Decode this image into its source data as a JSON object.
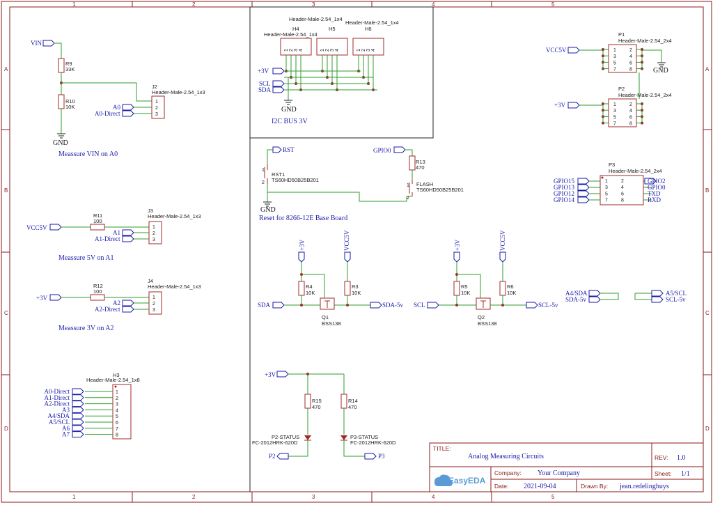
{
  "grid": {
    "columns": [
      "1",
      "2",
      "3",
      "4",
      "5"
    ],
    "rows": [
      "A",
      "B",
      "C",
      "D"
    ]
  },
  "sections": {
    "vin": "Meassure VIN on A0",
    "v5": "Meassure 5V on A1",
    "v3": "Meassure 3V on A2",
    "i2c": "I2C BUS 3V",
    "reset": "Reset for 8266-12E Base Board"
  },
  "nets": {
    "vin": "VIN",
    "gnd": "GND",
    "a0": "A0",
    "a0d": "A0-Direct",
    "vcc5v": "VCC5V",
    "a1": "A1",
    "a1d": "A1-Direct",
    "p3v": "+3V",
    "a2": "A2",
    "a2d": "A2-Direct",
    "a3": "A3",
    "a4sda": "A4/SDA",
    "a5scl": "A5/SCL",
    "a6": "A6",
    "a7": "A7",
    "scl": "SCL",
    "sda": "SDA",
    "rst": "RST",
    "gpio0": "GPIO0",
    "gpio15": "GPIO15",
    "gpio13": "GPIO13",
    "gpio12": "GPIO12",
    "gpio14": "GPIO14",
    "gpio2": "GPIO2",
    "txd": "TXD",
    "rxd": "RXD",
    "sda5v": "SDA-5v",
    "scl5v": "SCL-5v",
    "p2": "P2",
    "p3": "P3"
  },
  "parts": {
    "r9": {
      "ref": "R9",
      "val": "33K"
    },
    "r10": {
      "ref": "R10",
      "val": "10K"
    },
    "r11": {
      "ref": "R11",
      "val": "100"
    },
    "r12": {
      "ref": "R12",
      "val": "100"
    },
    "r13": {
      "ref": "R13",
      "val": "470"
    },
    "r4": {
      "ref": "R4",
      "val": "10K"
    },
    "r3": {
      "ref": "R3",
      "val": "10K"
    },
    "r5": {
      "ref": "R5",
      "val": "10K"
    },
    "r6": {
      "ref": "R6",
      "val": "10K"
    },
    "r15": {
      "ref": "R15",
      "val": "470"
    },
    "r14": {
      "ref": "R14",
      "val": "470"
    },
    "j2": {
      "ref": "J2",
      "val": "Header-Male-2.54_1x3"
    },
    "j3": {
      "ref": "J3",
      "val": "Header-Male-2.54_1x3"
    },
    "j4": {
      "ref": "J4",
      "val": "Header-Male-2.54_1x3"
    },
    "h3": {
      "ref": "H3",
      "val": "Header-Male-2.54_1x8"
    },
    "h4": {
      "ref": "H4",
      "val": "Header-Male-2.54_1x4"
    },
    "h5": {
      "ref": "H5",
      "val": "Header-Male-2.54_1x4"
    },
    "h6": {
      "ref": "H6",
      "val": "Header-Male-2.54_1x4"
    },
    "p1": {
      "ref": "P1",
      "val": "Header-Male-2.54_2x4"
    },
    "p2h": {
      "ref": "P2",
      "val": "Header-Male-2.54_2x4"
    },
    "p3h": {
      "ref": "P3",
      "val": "Header-Male-2.54_2x4"
    },
    "rst1": {
      "ref": "RST1",
      "val": "TS60HD50B25B201"
    },
    "flash": {
      "ref": "FLASH",
      "val": "TS60HD50B25B201"
    },
    "q1": {
      "ref": "Q1",
      "val": "BSS138"
    },
    "q2": {
      "ref": "Q2",
      "val": "BSS138"
    },
    "led2": {
      "ref": "P2-STATUS",
      "val": "FC-2012HRK-620D"
    },
    "led3": {
      "ref": "P3-STATUS",
      "val": "FC-2012HRK-620D"
    }
  },
  "pins": {
    "p123": [
      "1",
      "2",
      "3"
    ],
    "p1to8": [
      "1",
      "2",
      "3",
      "4",
      "5",
      "6",
      "7",
      "8"
    ],
    "odd": [
      "1",
      "3",
      "5",
      "7"
    ],
    "even": [
      "2",
      "4",
      "6",
      "8"
    ],
    "p1234": [
      "1",
      "2",
      "3",
      "4"
    ]
  },
  "title_block": {
    "title_label": "TITLE:",
    "title": "Analog Measuring Circuits",
    "rev_label": "REV:",
    "rev": "1.0",
    "company_label": "Company:",
    "company": "Your Company",
    "sheet_label": "Sheet:",
    "sheet": "1/1",
    "date_label": "Date:",
    "date": "2021-09-04",
    "drawn_label": "Drawn By:",
    "drawn": "jean.redelinghuys",
    "logo": "EasyEDA"
  }
}
